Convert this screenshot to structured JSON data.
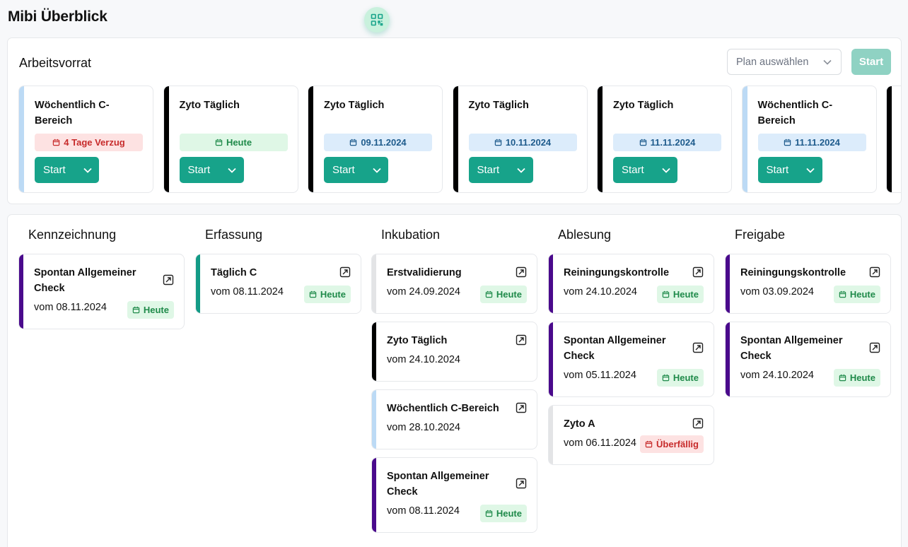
{
  "page": {
    "title": "Mibi Überblick"
  },
  "colors": {
    "teal": "#17a38a",
    "lightblue": "#bcdaf5",
    "black": "#000000",
    "purple": "#4a0a8c",
    "grey": "#e3e4e6",
    "tealAccent": "#139b86"
  },
  "backlog": {
    "title": "Arbeitsvorrat",
    "plan_placeholder": "Plan auswählen",
    "start_label": "Start",
    "cards": [
      {
        "title": "Wöchentlich C-Bereich",
        "badge": "4 Tage Verzug",
        "badge_type": "red",
        "accent": "#bcdaf5",
        "button": "Start"
      },
      {
        "title": "Zyto Täglich",
        "badge": "Heute",
        "badge_type": "green",
        "accent": "#000000",
        "button": "Start"
      },
      {
        "title": "Zyto Täglich",
        "badge": "09.11.2024",
        "badge_type": "blue",
        "accent": "#000000",
        "button": "Start"
      },
      {
        "title": "Zyto Täglich",
        "badge": "10.11.2024",
        "badge_type": "blue",
        "accent": "#000000",
        "button": "Start"
      },
      {
        "title": "Zyto Täglich",
        "badge": "11.11.2024",
        "badge_type": "blue",
        "accent": "#000000",
        "button": "Start"
      },
      {
        "title": "Wöchentlich C-Bereich",
        "badge": "11.11.2024",
        "badge_type": "blue",
        "accent": "#bcdaf5",
        "button": "Start"
      }
    ]
  },
  "board": {
    "columns": [
      {
        "title": "Kennzeichnung",
        "cards": [
          {
            "title": "Spontan Allgemeiner Check",
            "date": "vom 08.11.2024",
            "badge": "Heute",
            "badge_type": "green",
            "accent": "#4a0a8c"
          }
        ]
      },
      {
        "title": "Erfassung",
        "cards": [
          {
            "title": "Täglich C",
            "date": "vom 08.11.2024",
            "badge": "Heute",
            "badge_type": "green",
            "accent": "#139b86"
          }
        ]
      },
      {
        "title": "Inkubation",
        "cards": [
          {
            "title": "Erstvalidierung",
            "date": "vom 24.09.2024",
            "badge": "Heute",
            "badge_type": "green",
            "accent": "#e3e4e6"
          },
          {
            "title": "Zyto Täglich",
            "date": "vom 24.10.2024",
            "badge": "",
            "badge_type": "",
            "accent": "#000000"
          },
          {
            "title": "Wöchentlich C-Bereich",
            "date": "vom 28.10.2024",
            "badge": "",
            "badge_type": "",
            "accent": "#bcdaf5"
          },
          {
            "title": "Spontan Allgemeiner Check",
            "date": "vom 08.11.2024",
            "badge": "Heute",
            "badge_type": "green",
            "accent": "#4a0a8c"
          }
        ]
      },
      {
        "title": "Ablesung",
        "cards": [
          {
            "title": "Reiningungskontrolle",
            "date": "vom 24.10.2024",
            "badge": "Heute",
            "badge_type": "green",
            "accent": "#4a0a8c"
          },
          {
            "title": "Spontan Allgemeiner Check",
            "date": "vom 05.11.2024",
            "badge": "Heute",
            "badge_type": "green",
            "accent": "#4a0a8c"
          },
          {
            "title": "Zyto A",
            "date": "vom 06.11.2024",
            "badge": "Überfällig",
            "badge_type": "red",
            "accent": "#e3e4e6"
          }
        ]
      },
      {
        "title": "Freigabe",
        "cards": [
          {
            "title": "Reiningungskontrolle",
            "date": "vom 03.09.2024",
            "badge": "Heute",
            "badge_type": "green",
            "accent": "#4a0a8c"
          },
          {
            "title": "Spontan Allgemeiner Check",
            "date": "vom 24.10.2024",
            "badge": "Heute",
            "badge_type": "green",
            "accent": "#4a0a8c"
          }
        ]
      }
    ]
  }
}
